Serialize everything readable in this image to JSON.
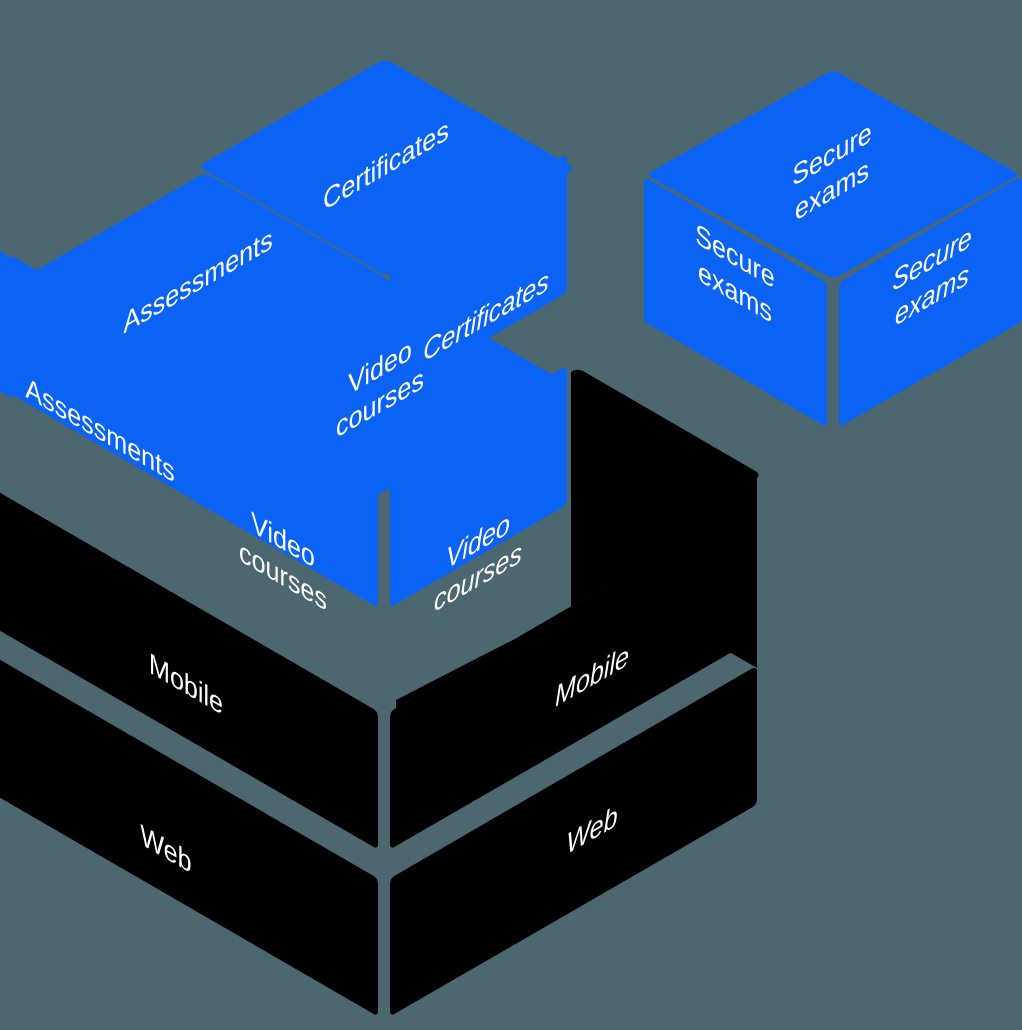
{
  "scene": {
    "title": "Isometric platform capability stack",
    "background_color": "#4d6770",
    "block_blue": "#0b63f6",
    "block_black": "#000000",
    "gap_color": "#ffffff",
    "label_color": "#ffffff"
  },
  "main_stack": {
    "name": "platform-stack",
    "layers": [
      {
        "id": "layer-assessments-certificates",
        "row": "top",
        "blocks": [
          {
            "id": "block-assessments",
            "label": "Assessments",
            "color": "#0b63f6",
            "faces": {
              "top": "Assessments",
              "left": "Assessments",
              "right": ""
            }
          },
          {
            "id": "block-certificates",
            "label": "Certificates",
            "color": "#0b63f6",
            "faces": {
              "top": "Certificates",
              "left": "",
              "right": "Certificates"
            }
          }
        ]
      },
      {
        "id": "layer-video-courses",
        "row": "second",
        "blocks": [
          {
            "id": "block-video-courses",
            "label": "Video courses",
            "color": "#0b63f6",
            "faces": {
              "top": "Video\ncourses",
              "left": "Video\ncourses",
              "right": "Video\ncourses"
            }
          }
        ]
      },
      {
        "id": "layer-mobile",
        "row": "third",
        "blocks": [
          {
            "id": "block-mobile",
            "label": "Mobile",
            "color": "#000000",
            "faces": {
              "top": "",
              "left": "Mobile",
              "right": "Mobile"
            }
          }
        ]
      },
      {
        "id": "layer-web",
        "row": "bottom",
        "blocks": [
          {
            "id": "block-web",
            "label": "Web",
            "color": "#000000",
            "faces": {
              "top": "",
              "left": "Web",
              "right": "Web"
            }
          }
        ]
      }
    ]
  },
  "floating_cube": {
    "id": "block-secure-exams",
    "label": "Secure exams",
    "color": "#0b63f6",
    "faces": {
      "top_line1": "Secure",
      "top_line2": "exams",
      "left_line1": "Secure",
      "left_line2": "exams",
      "right_line1": "Secure",
      "right_line2": "exams"
    }
  },
  "labels": {
    "assessments": "Assessments",
    "certificates": "Certificates",
    "video_line1": "Video",
    "video_line2": "courses",
    "mobile": "Mobile",
    "web": "Web",
    "secure_line1": "Secure",
    "secure_line2": "exams"
  }
}
